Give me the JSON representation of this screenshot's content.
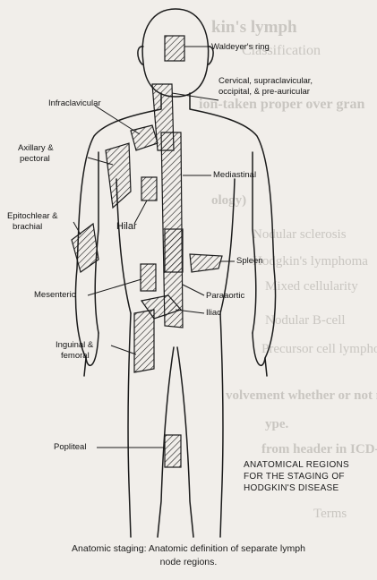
{
  "diagram": {
    "labels": {
      "waldeyer": "Waldeyer's ring",
      "cervical_1": "Cervical, supraclavicular,",
      "cervical_2": "occipital, & pre-auricular",
      "infraclavicular": "Infraclavicular",
      "axillary_1": "Axillary &",
      "axillary_2": "pectoral",
      "mediastinal": "Mediastinal",
      "epitrochlear_1": "Epitochlear &",
      "epitrochlear_2": "brachial",
      "hilar": "Hilar",
      "spleen": "Spleen",
      "mesenteric": "Mesenteric",
      "paraaortic": "Paraaortic",
      "iliac": "Iliac",
      "inguinal_1": "Inguinal &",
      "inguinal_2": "femoral",
      "popliteal": "Popliteal"
    },
    "title_box": {
      "line1": "ANATOMICAL REGIONS",
      "line2": "FOR THE STAGING OF",
      "line3": "HODGKIN'S DISEASE"
    },
    "caption": {
      "line1": "Anatomic staging: Anatomic definition of separate lymph",
      "line2": "node regions."
    }
  },
  "background_page": {
    "lines": [
      "kin's lymph",
      "Classification",
      "ion-taken proper over gran",
      "ology)",
      "Nodular sclerosis",
      "Hodgkin's lymphoma",
      "Mixed cellularity",
      "Nodular B-cell",
      "Precursor cell lymphoma",
      "volvement whether or not marker",
      "ype.",
      "from header in ICD-O",
      "Terms"
    ]
  },
  "colors": {
    "paper": "#f1eeea",
    "ink": "#1b1b1b",
    "ghost_text": "#c9c6c1"
  }
}
